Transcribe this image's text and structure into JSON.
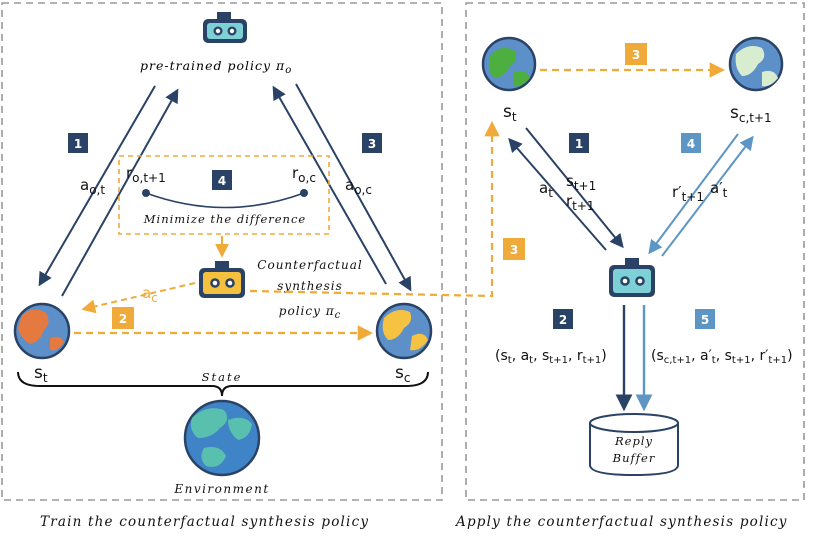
{
  "left_panel": {
    "robot_label": "pre-trained policy π",
    "robot_label_sub": "o",
    "step1": "1",
    "step3": "3",
    "step4": "4",
    "step2": "2",
    "a_ot": "a",
    "a_ot_sub": "o,t",
    "r_ot1": "r",
    "r_ot1_sub": "o,t+1",
    "r_oc": "r",
    "r_oc_sub": "o,c",
    "a_oc": "a",
    "a_oc_sub": "o,c",
    "minimize_label": "Minimize the difference",
    "cf_label_line1": "Counterfactual",
    "cf_label_line2": "synthesis",
    "cf_label_line3": "policy π",
    "cf_label_line3_sub": "c",
    "a_c": "a",
    "a_c_sub": "c",
    "s_t": "s",
    "s_t_sub": "t",
    "s_c": "s",
    "s_c_sub": "c",
    "state_label": "State",
    "environment_label": "Environment",
    "caption": "Train the counterfactual synthesis policy"
  },
  "right_panel": {
    "step3_top": "3",
    "step3_side": "3",
    "step1": "1",
    "step4": "4",
    "step2": "2",
    "step5": "5",
    "s_t": "s",
    "s_t_sub": "t",
    "s_c_t1": "s",
    "s_c_t1_sub": "c,t+1",
    "a_t": "a",
    "a_t_sub": "t",
    "s_t1": "s",
    "s_t1_sub": "t+1",
    "r_t1": "r",
    "r_t1_sub": "t+1",
    "r_prime_t1": "r′",
    "r_prime_t1_sub": "t+1",
    "a_prime_t": "a′",
    "a_prime_t_sub": "t",
    "tuple_left": "(s_t, a_t, s_t+1, r_t+1)",
    "tuple_right": "(s_c,t+1, a′_t, s_t+1, r′_t+1)",
    "buffer_line1": "Reply",
    "buffer_line2": "Buffer",
    "caption": "Apply the counterfactual synthesis policy"
  },
  "colors": {
    "navy": "#2a4266",
    "orange": "#f0aa3a",
    "lightblue": "#5d96c4",
    "robot_teal": "#7dd0d6",
    "robot_gold": "#f3c13d"
  }
}
